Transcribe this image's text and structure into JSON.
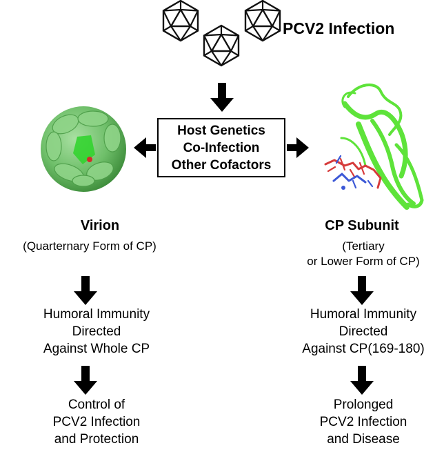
{
  "top": {
    "title": "PCV2 Infection"
  },
  "center_box": {
    "lines": [
      "Host Genetics",
      "Co-Infection",
      "Other Cofactors"
    ]
  },
  "left": {
    "heading": "Virion",
    "subtitle": "(Quarternary Form of CP)",
    "step1": [
      "Humoral Immunity",
      "Directed",
      "Against Whole CP"
    ],
    "step2": [
      "Control of",
      "PCV2 Infection",
      "and Protection"
    ]
  },
  "right": {
    "heading": "CP Subunit",
    "subtitle": [
      "(Tertiary",
      "or Lower Form of CP)"
    ],
    "step1": [
      "Humoral Immunity",
      "Directed",
      "Against CP(169-180)"
    ],
    "step2": [
      "Prolonged",
      "PCV2 Infection",
      "and Disease"
    ]
  },
  "colors": {
    "virion_green": "#6fbf6a",
    "subunit_green": "#5ee33a",
    "epitope_red": "#d63b3b",
    "epitope_blue": "#3c58d6"
  },
  "icons": [
    "icosahedron-icon",
    "arrow-down-icon",
    "arrow-left-icon",
    "arrow-right-icon"
  ]
}
